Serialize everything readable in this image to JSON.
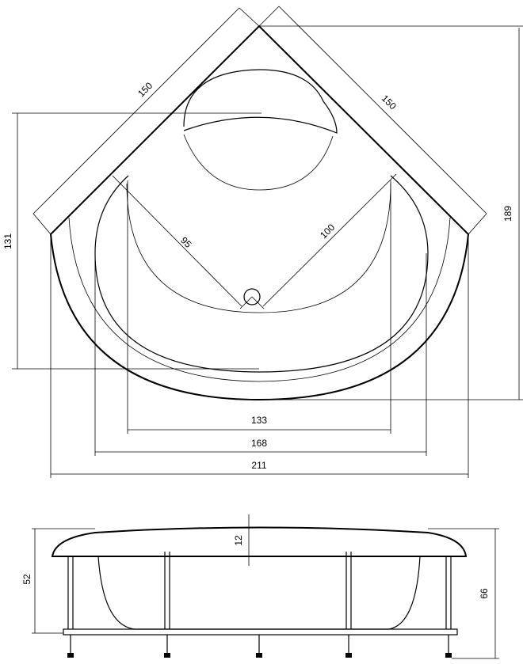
{
  "top_view": {
    "dims": {
      "side_left": "150",
      "side_right": "150",
      "height_left": "131",
      "height_right": "189",
      "radius_left": "95",
      "radius_right": "100",
      "width_inner": "133",
      "width_mid": "168",
      "width_outer": "211"
    }
  },
  "side_view": {
    "dims": {
      "rim": "12",
      "height_bowl": "52",
      "height_total": "66"
    }
  }
}
